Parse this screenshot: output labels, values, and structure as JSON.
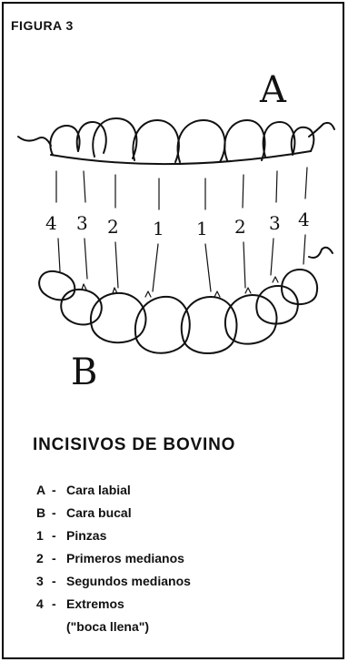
{
  "figure_label": "FIGURA 3",
  "drawing": {
    "label_a": "A",
    "label_b": "B",
    "tooth_numbers": [
      "4",
      "3",
      "2",
      "1",
      "1",
      "2",
      "3",
      "4"
    ]
  },
  "title": "INCISIVOS DE BOVINO",
  "legend": [
    {
      "key": "A",
      "sep": "-",
      "text": "Cara labial"
    },
    {
      "key": "B",
      "sep": "-",
      "text": "Cara bucal"
    },
    {
      "key": "1",
      "sep": "-",
      "text": "Pinzas"
    },
    {
      "key": "2",
      "sep": "-",
      "text": "Primeros medianos"
    },
    {
      "key": "3",
      "sep": "-",
      "text": "Segundos medianos"
    },
    {
      "key": "4",
      "sep": "-",
      "text": "Extremos"
    }
  ],
  "legend_continuation": "(\"boca llena\")"
}
